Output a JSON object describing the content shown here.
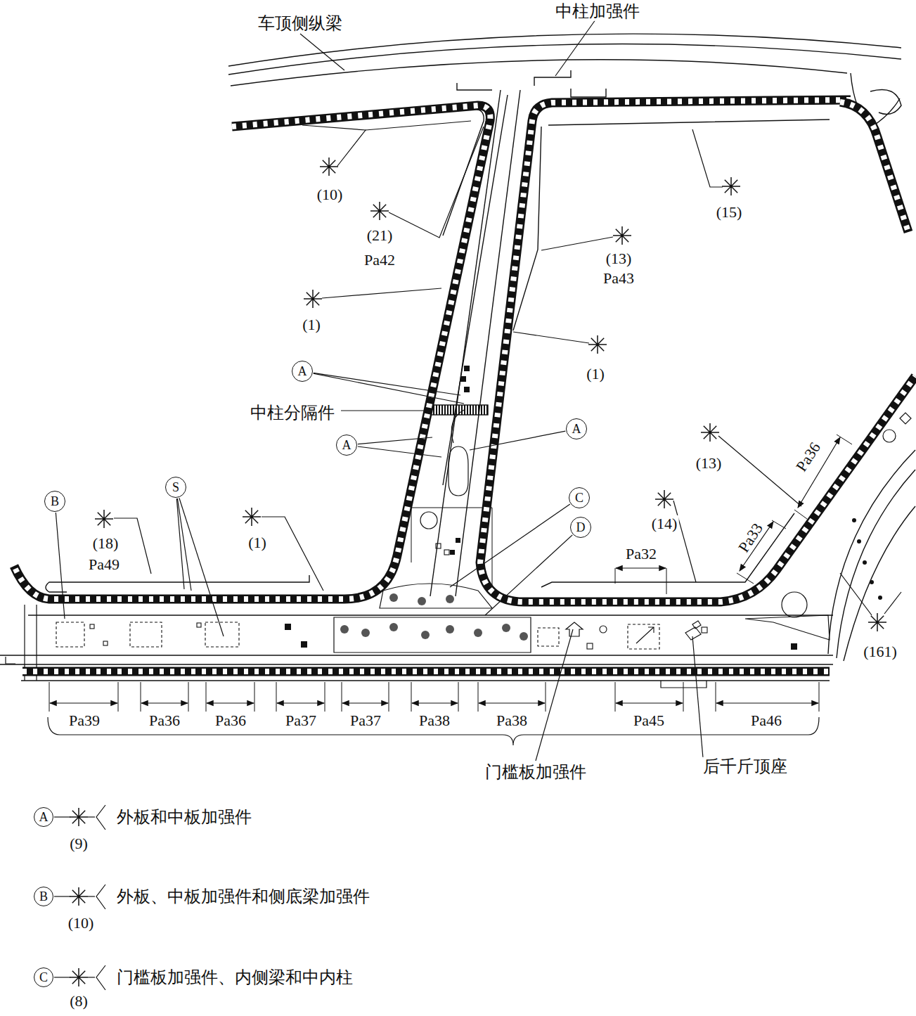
{
  "diagram": {
    "nodes": [
      {
        "text": [
          "A"
        ]
      },
      {
        "text": [
          "A"
        ]
      },
      {
        "text": [
          "A"
        ]
      },
      {
        "text": [
          "S"
        ]
      },
      {
        "text": [
          "C"
        ]
      },
      {
        "text": [
          "B"
        ]
      },
      {
        "text": [
          "D"
        ]
      },
      {
        "text": [
          "A"
        ]
      },
      {
        "text": [
          "B"
        ]
      },
      {
        "text": [
          "C"
        ]
      }
    ],
    "labels": [
      "车顶侧纵梁",
      "中柱加强件",
      "(10)",
      "(21)",
      "Pa42",
      "(15)",
      "(13)",
      "Pa43",
      "(1)",
      "(1)",
      "中柱分隔件",
      "(13)",
      "Pa36",
      "(14)",
      "Pa33",
      "Pa32",
      "(18)",
      "Pa49",
      "(1)",
      "(161)",
      "Pa39",
      "Pa36",
      "Pa36",
      "Pa37",
      "Pa37",
      "Pa38",
      "Pa38",
      "Pa45",
      "Pa46",
      "门槛板加强件",
      "后千斤顶座",
      "(9)",
      "(10)",
      "(8)"
    ],
    "legend": [
      {
        "text": "外板和中板加强件"
      },
      {
        "text": "外板、中板加强件和侧底梁加强件"
      },
      {
        "text": "门槛板加强件、内侧梁和中内柱"
      }
    ]
  }
}
